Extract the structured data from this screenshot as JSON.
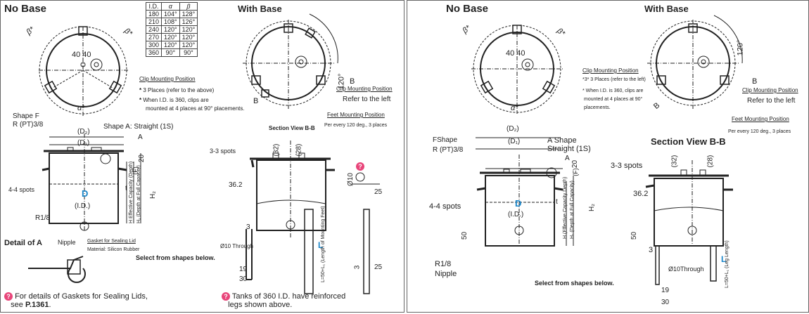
{
  "left": {
    "no_base": "No Base",
    "with_base": "With Base",
    "table": {
      "headers": [
        "I.D.",
        "α",
        "β"
      ],
      "rows": [
        [
          "180",
          "104°",
          "128°"
        ],
        [
          "210",
          "108°",
          "126°"
        ],
        [
          "240",
          "120°",
          "120°"
        ],
        [
          "270",
          "120°",
          "120°"
        ],
        [
          "300",
          "120°",
          "120°"
        ],
        [
          "360",
          "90°",
          "90°"
        ]
      ]
    },
    "beta": "β*",
    "alpha": "α*",
    "dim_40_40": "40 40",
    "clip_mounting_position": "Clip Mounting Position",
    "note_3_places": "3 Places (refer to the above)",
    "note_360_line1": "When I.D. is 360, clips are",
    "note_360_line2": "mounted at 4 places at 90° placements.",
    "angle_120": "120°",
    "B": "B",
    "clip_mounting_position_2": "Clip Mounting Position",
    "refer_left": "Refer to the left",
    "feet_mounting": "Feet Mounting Position",
    "per_120": "Per every 120 deg., 3 places",
    "shape_f": "Shape F",
    "rpt": "R (PT)3/8",
    "d2": "(D₂)",
    "d1": "(D₁)",
    "shape_a": "Shape A: Straight (1S)",
    "A": "A",
    "F": "(F)",
    "dim20": "20",
    "t": "t",
    "D": "D",
    "id": "(I.D.)",
    "H2": "H₂",
    "H_eff": "H Effective Capacity (Depth)",
    "H1": "H₁ (Depth at Full Capacity)",
    "spots4": "4-4 spots",
    "r18": "R1/8",
    "detail_a": "Detail of A",
    "nipple": "Nipple",
    "gasket": "Gasket for Sealing Lid",
    "material": "Material: Silicon Rubber",
    "select_shapes": "Select from shapes below.",
    "section_bb": "Section View B-B",
    "spots3": "3-3 spots",
    "dim32": "(32)",
    "dim28": "(28)",
    "dim36": "36.2",
    "dim3": "3",
    "phi10_through": "Ø10 Through",
    "phi10": "Ø10",
    "dim25": "25",
    "L": "L",
    "leg_length": "L=50+L₁ (Length of Mounting Feet)",
    "dim19": "19",
    "dim30": "30",
    "dim25b": "25",
    "dim3b": "3",
    "note1_line1": "For details of Gaskets for Sealing Lids,",
    "note1_line2": "see",
    "note1_page": "P.1361",
    "note2_line1": "Tanks of 360 I.D. have reinforced",
    "note2_line2": "legs shown above."
  },
  "right": {
    "no_base": "No Base",
    "with_base": "With Base",
    "beta": "β*",
    "alpha": "α*",
    "dim_40_40": "40 40",
    "clip_mounting_position": "Clip Mounting Position",
    "note_3_places": "*3* 3 Places (refer to the left)",
    "note_360_line1": "* When I.D. is 360, clips are",
    "note_360_line2": "mounted at 4 places at 90°",
    "note_360_line3": "placements.",
    "angle_120": "120°",
    "B": "B",
    "clip_mounting_position_2": "Clip Mounting Position",
    "refer_left": "Refer to the left",
    "feet_mounting": "Feet Mounting Position",
    "per_120": "Per every 120 deg., 3 places",
    "fshape": "FShape",
    "rpt": "R (PT)3/8",
    "d2": "(D₂)",
    "d1": "(D₁)",
    "a_shape": "A Shape",
    "straight": "Straight (1S)",
    "A": "A",
    "F": "(F)",
    "dim20": "20",
    "t": "t",
    "D": "D",
    "id": "(I.D.)",
    "H2": "H₂",
    "H_eff": "H (Effective Capacity Depth)",
    "H1": "H₁ (Depth at Full Capacity)",
    "spots4": "4-4 spots",
    "dim50": "50",
    "r18": "R1/8",
    "nipple": "Nipple",
    "select_shapes": "Select from shapes below.",
    "section_bb": "Section View B-B",
    "spots3": "3-3 spots",
    "dim32": "(32)",
    "dim28": "(28)",
    "dim36": "36.2",
    "dim50b": "50",
    "dim3": "3",
    "phi10_through": "Ø10Through",
    "L": "L",
    "leg_length": "L=50+L₁ (Leg Length)",
    "dim19": "19",
    "dim30": "30"
  }
}
